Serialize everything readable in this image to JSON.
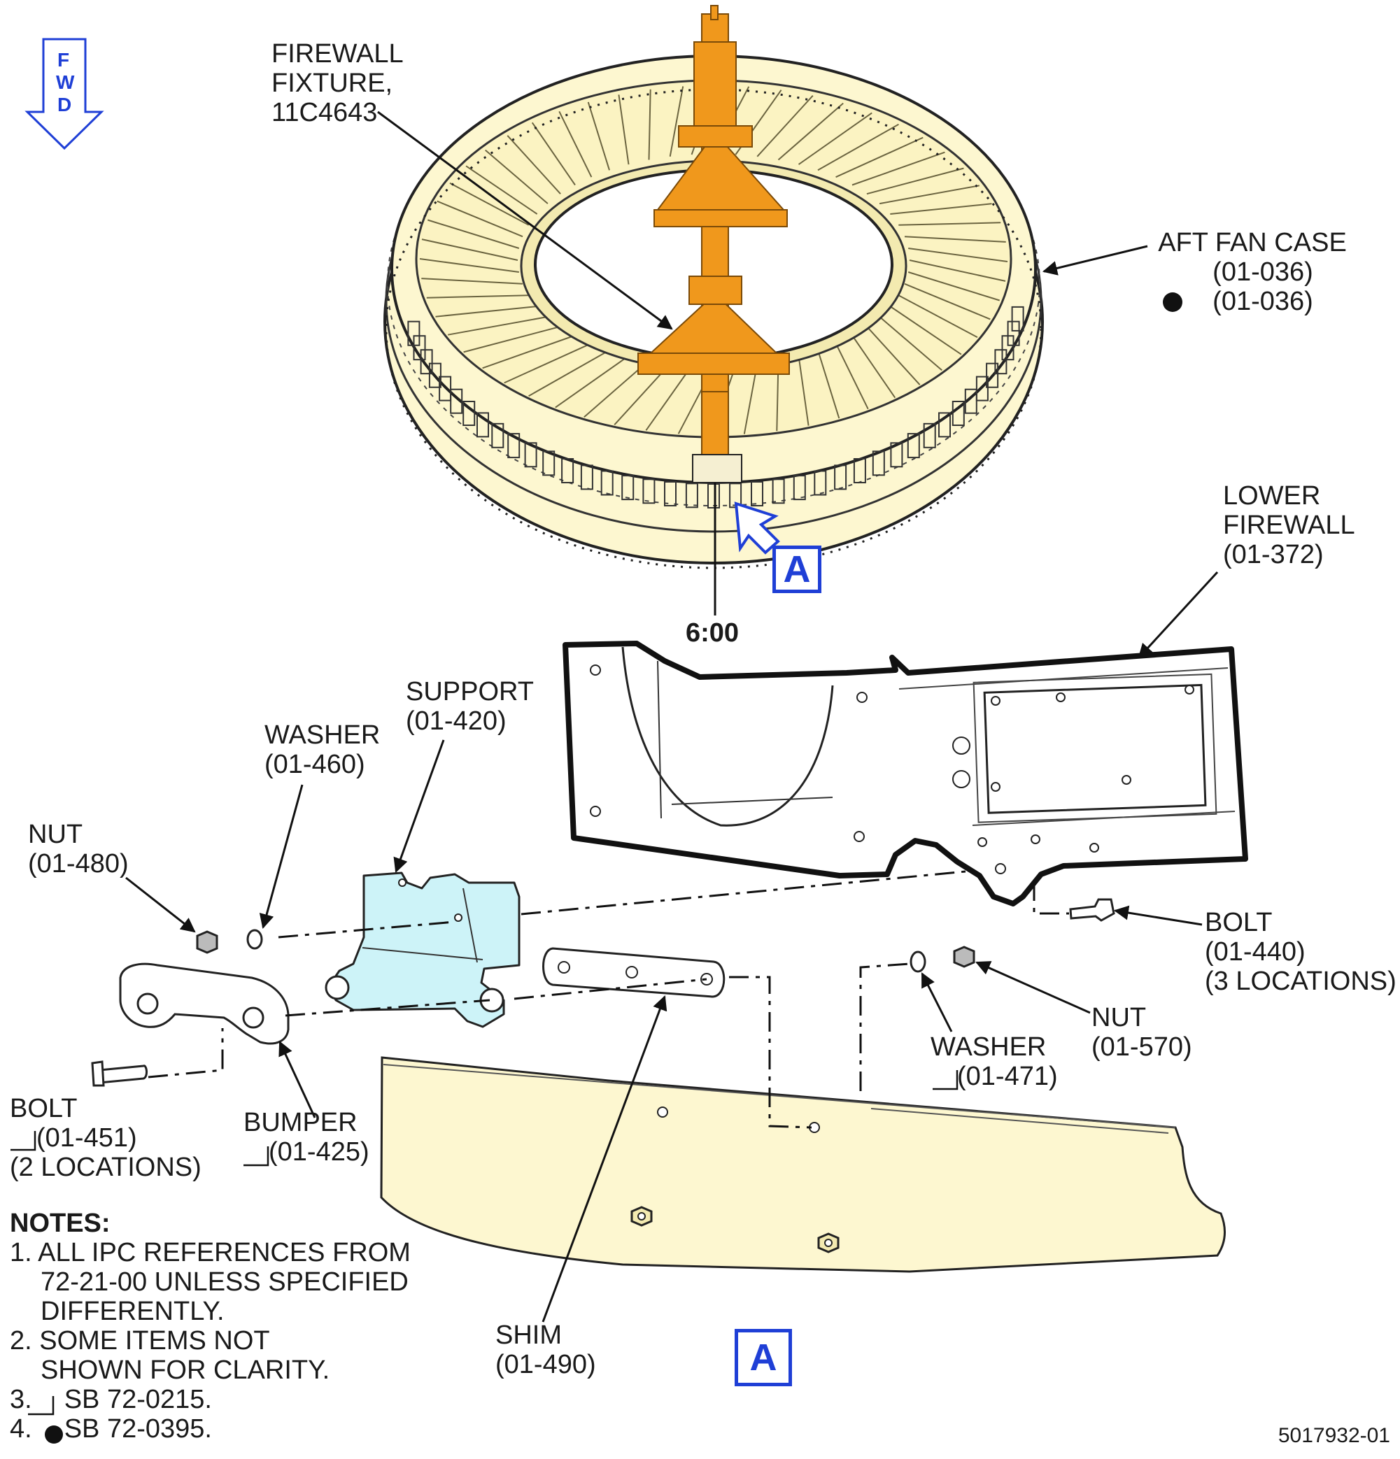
{
  "fwd_letters": [
    "F",
    "W",
    "D"
  ],
  "labels": {
    "firewall_fixture": [
      "FIREWALL",
      "FIXTURE,",
      "11C4643"
    ],
    "aft_fan_case": [
      "AFT FAN CASE",
      "(01-036)",
      "(01-036)"
    ],
    "lower_firewall": [
      "LOWER",
      "FIREWALL",
      "(01-372)"
    ],
    "clock_position": "6:00",
    "view_marker": "A",
    "support": [
      "SUPPORT",
      "(01-420)"
    ],
    "washer_460": [
      "WASHER",
      "(01-460)"
    ],
    "nut_480": [
      "NUT",
      "(01-480)"
    ],
    "bolt_440": [
      "BOLT",
      "(01-440)",
      "(3 LOCATIONS)"
    ],
    "nut_570": [
      "NUT",
      "(01-570)"
    ],
    "washer_471": [
      "WASHER",
      "(01-471)"
    ],
    "bolt_451": [
      "BOLT",
      "(01-451)",
      "(2 LOCATIONS)"
    ],
    "bumper": [
      "BUMPER",
      "(01-425)"
    ],
    "shim": [
      "SHIM",
      "(01-490)"
    ]
  },
  "notes": {
    "title": "NOTES:",
    "n1": [
      "1. ALL IPC REFERENCES FROM",
      "72-21-00 UNLESS SPECIFIED",
      "DIFFERENTLY."
    ],
    "n2": [
      "2. SOME ITEMS NOT",
      "SHOWN FOR CLARITY."
    ],
    "n3_num": "3.",
    "n3_text": "SB 72-0215.",
    "n4_num": "4.",
    "n4_text": "SB 72-0395."
  },
  "doc_id": "5017932-01",
  "colors": {
    "accent_blue": "#1f3fd6",
    "fixture_orange": "#f0981c",
    "part_cream": "#fdf7d0",
    "support_cyan": "#cdf3f8",
    "line": "#1a1a1a"
  },
  "icons": {
    "fwd": "fwd-arrow-icon",
    "view": "view-arrow-icon",
    "sb_triangle": "service-bulletin-triangle-icon",
    "sb_dot": "service-bulletin-dot-icon"
  }
}
